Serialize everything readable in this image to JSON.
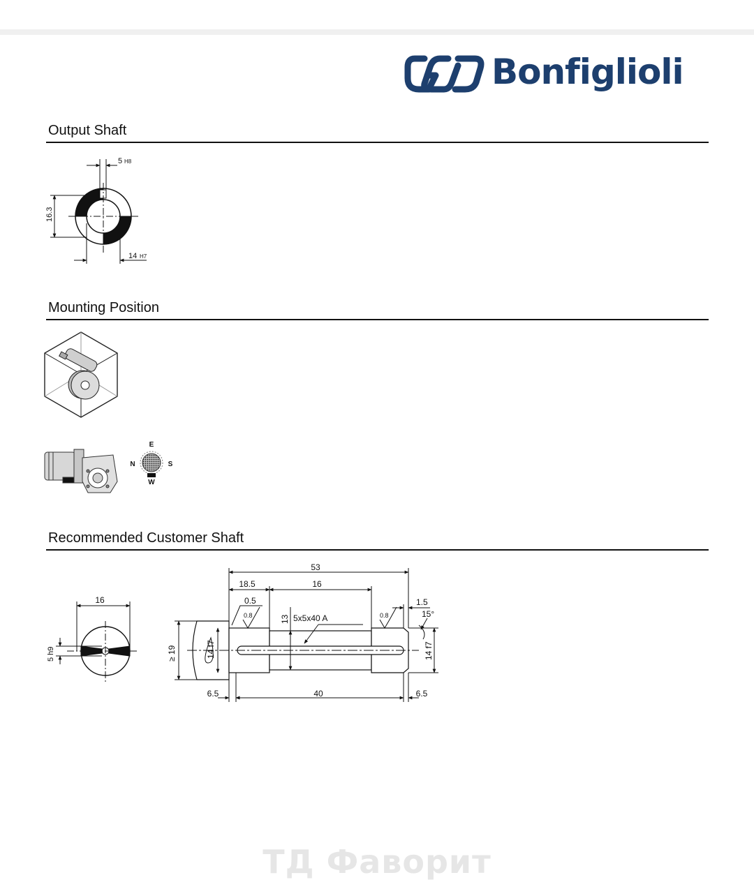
{
  "brand": {
    "name": "Bonfiglioli",
    "color": "#1d3f6e"
  },
  "sections": {
    "output_shaft": {
      "title": "Output Shaft",
      "dims": {
        "key_width": "5",
        "key_tol": "H8",
        "key_height": "16.3",
        "bore": "14",
        "bore_tol": "H7"
      }
    },
    "mounting_position": {
      "title": "Mounting Position",
      "orientation": {
        "top": "E",
        "left": "N",
        "right": "S",
        "bottom": "W"
      }
    },
    "customer_shaft": {
      "title": "Recommended Customer Shaft",
      "end_view": {
        "width": "16",
        "key": "5 h9"
      },
      "side_view": {
        "total": "53",
        "shoulder": "18.5",
        "key_len": "16",
        "chamfer_a": "0.5",
        "chamfer_b": "1.5",
        "angle": "15°",
        "rough_a": "0.8",
        "rough_b": "0.8",
        "depth": "13",
        "key_spec": "5x5x40 A",
        "dia_left": "≥ 19",
        "dia_mid": "14 f7",
        "dia_right": "14 f7",
        "end_left": "6.5",
        "length": "40",
        "end_right": "6.5"
      }
    }
  },
  "watermark": "ТД Фаворит"
}
